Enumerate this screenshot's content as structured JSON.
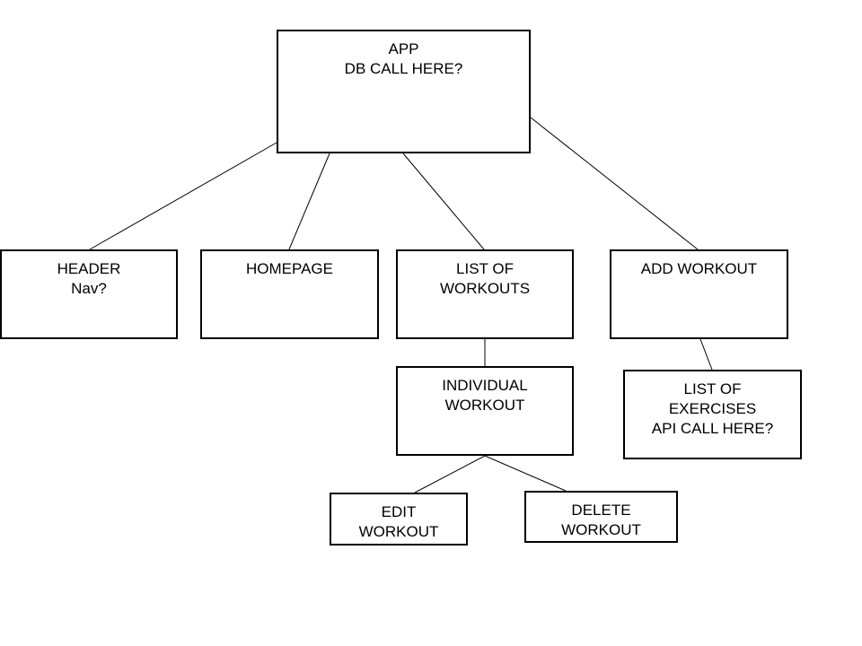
{
  "nodes": {
    "app": [
      "APP",
      "DB CALL HERE?"
    ],
    "header": [
      "HEADER",
      "Nav?"
    ],
    "homepage": [
      "HOMEPAGE"
    ],
    "list_of_workouts": [
      "LIST OF",
      "WORKOUTS"
    ],
    "add_workout": [
      "ADD WORKOUT"
    ],
    "individual_workout": [
      "INDIVIDUAL",
      "WORKOUT"
    ],
    "list_of_exercises": [
      "LIST OF",
      "EXERCISES",
      "API CALL HERE?"
    ],
    "edit_workout": [
      "EDIT",
      "WORKOUT"
    ],
    "delete_workout": [
      "DELETE",
      "WORKOUT"
    ]
  },
  "edges": [
    [
      "app",
      "header"
    ],
    [
      "app",
      "homepage"
    ],
    [
      "app",
      "list_of_workouts"
    ],
    [
      "app",
      "add_workout"
    ],
    [
      "list_of_workouts",
      "individual_workout"
    ],
    [
      "add_workout",
      "list_of_exercises"
    ],
    [
      "individual_workout",
      "edit_workout"
    ],
    [
      "individual_workout",
      "delete_workout"
    ]
  ]
}
